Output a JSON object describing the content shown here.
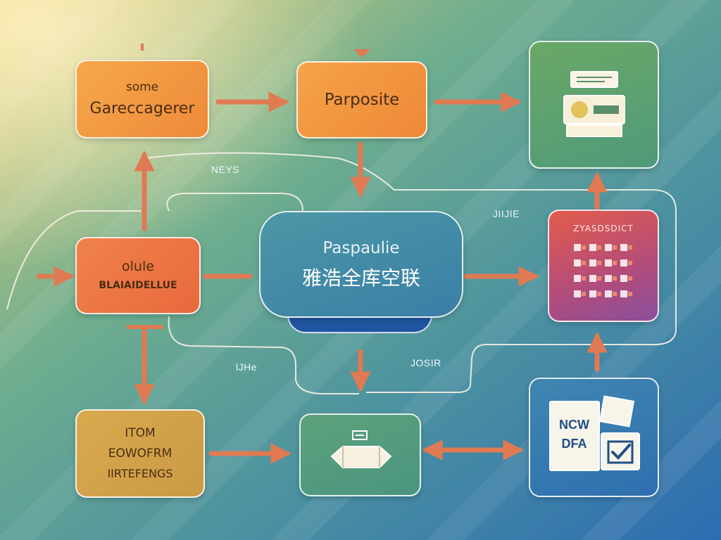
{
  "colors": {
    "bg_top_left": "#e9c873",
    "bg_mid": "#4f9a93",
    "bg_bottom_right": "#2f6fb0",
    "arrow": "#e07a52",
    "wire": "#f4f1e6"
  },
  "nodes": {
    "top_left": {
      "line1": "some",
      "line2": "Gareccagerer"
    },
    "top_mid": {
      "label": "Parposite"
    },
    "top_right": {
      "icon": "projector-icon"
    },
    "center": {
      "line1": "Paspaulie",
      "line2": "雅浩全库空联"
    },
    "mid_left": {
      "line1": "olule",
      "line2": "BLAIAIDELLUE"
    },
    "mid_right": {
      "title": "ZYASDSDICT",
      "icon": "checklist-icon"
    },
    "bottom_left": {
      "line1": "ITOM",
      "line2": "EOWOFRM",
      "line3": "IIRTEFENGS"
    },
    "bottom_mid": {
      "icon": "hexagon-box-icon"
    },
    "bottom_right": {
      "line1": "NCW",
      "line2": "DFA",
      "icon": "document-check-icon"
    }
  },
  "connector_labels": {
    "neys": "NEYS",
    "jiime": "JIIJIE",
    "lhe": "lJHe",
    "josir": "JOSIR"
  }
}
